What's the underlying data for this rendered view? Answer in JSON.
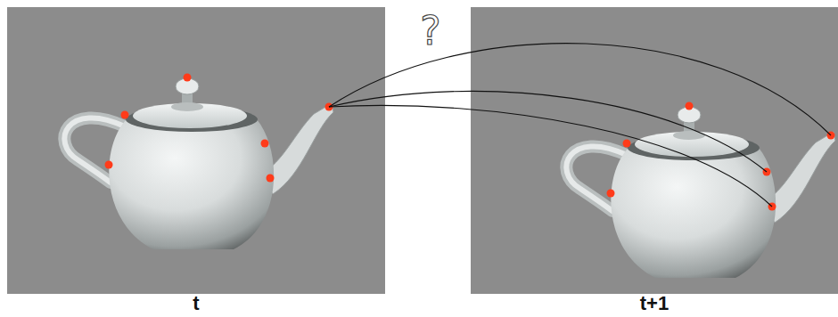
{
  "diagram": {
    "labels": [
      "?",
      "t",
      "t+1"
    ]
  }
}
